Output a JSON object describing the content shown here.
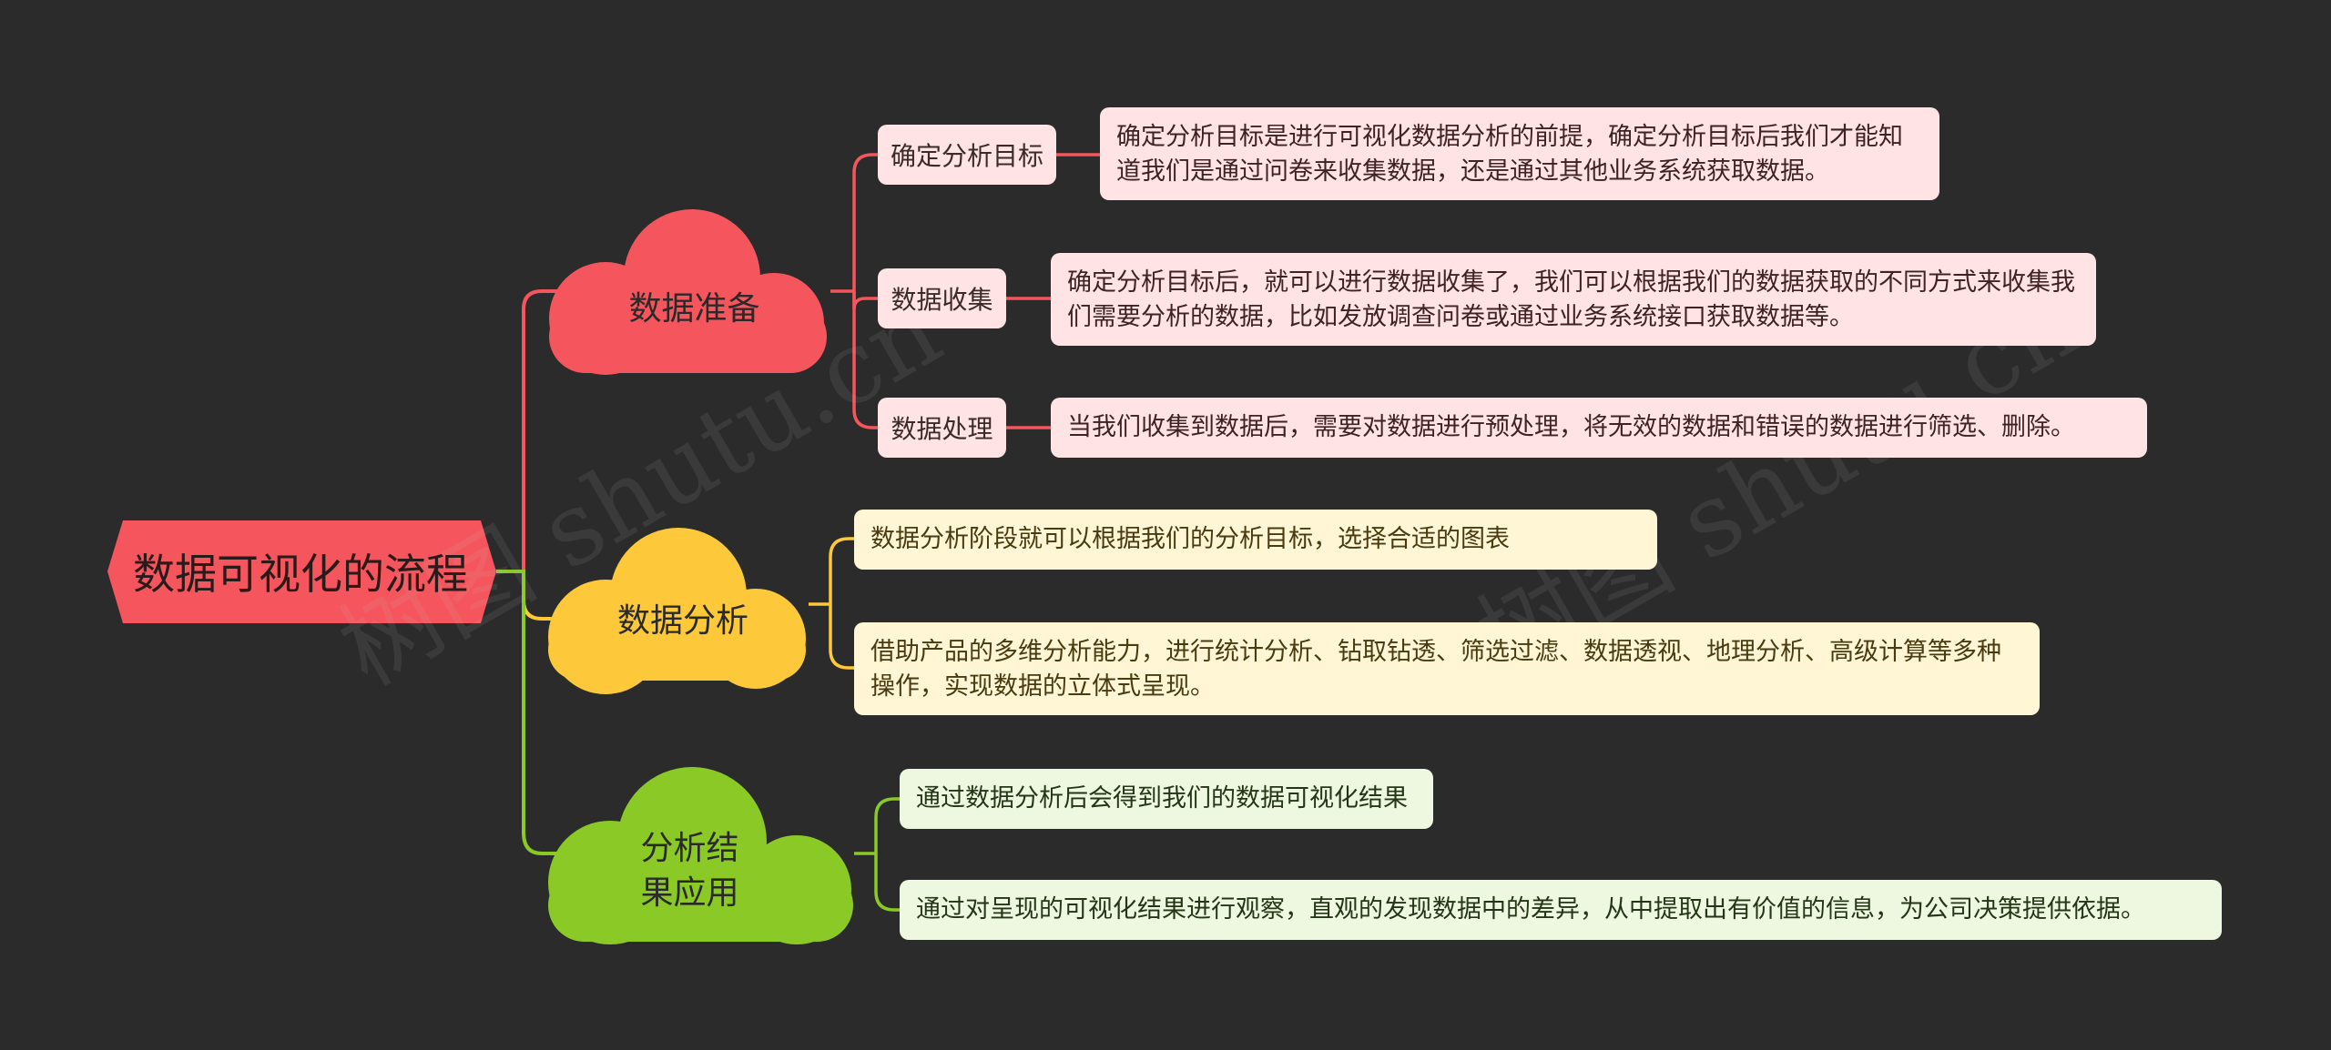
{
  "title": "数据可视化的流程",
  "colors": {
    "background": "#2b2b2b",
    "red": "#f5555d",
    "yellow": "#fdc93a",
    "green": "#8ac926",
    "red_light": "#ffe3e5",
    "yellow_light": "#fff6d6",
    "green_light": "#eef7df"
  },
  "branches": [
    {
      "label": "数据准备",
      "children": [
        {
          "label": "确定分析目标",
          "detail": "确定分析目标是进行可视化数据分析的前提，确定分析目标后我们才能知道我们是通过问卷来收集数据，还是通过其他业务系统获取数据。"
        },
        {
          "label": "数据收集",
          "detail": "确定分析目标后，就可以进行数据收集了，我们可以根据我们的数据获取的不同方式来收集我们需要分析的数据，比如发放调查问卷或通过业务系统接口获取数据等。"
        },
        {
          "label": "数据处理",
          "detail": "当我们收集到数据后，需要对数据进行预处理，将无效的数据和错误的数据进行筛选、删除。"
        }
      ]
    },
    {
      "label": "数据分析",
      "leaves": [
        "数据分析阶段就可以根据我们的分析目标，选择合适的图表",
        "借助产品的多维分析能力，进行统计分析、钻取钻透、筛选过滤、数据透视、地理分析、高级计算等多种操作，实现数据的立体式呈现。"
      ]
    },
    {
      "label": "分析结果应用",
      "leaves": [
        "通过数据分析后会得到我们的数据可视化结果",
        "通过对呈现的可视化结果进行观察，直观的发现数据中的差异，从中提取出有价值的信息，为公司决策提供依据。"
      ]
    }
  ]
}
